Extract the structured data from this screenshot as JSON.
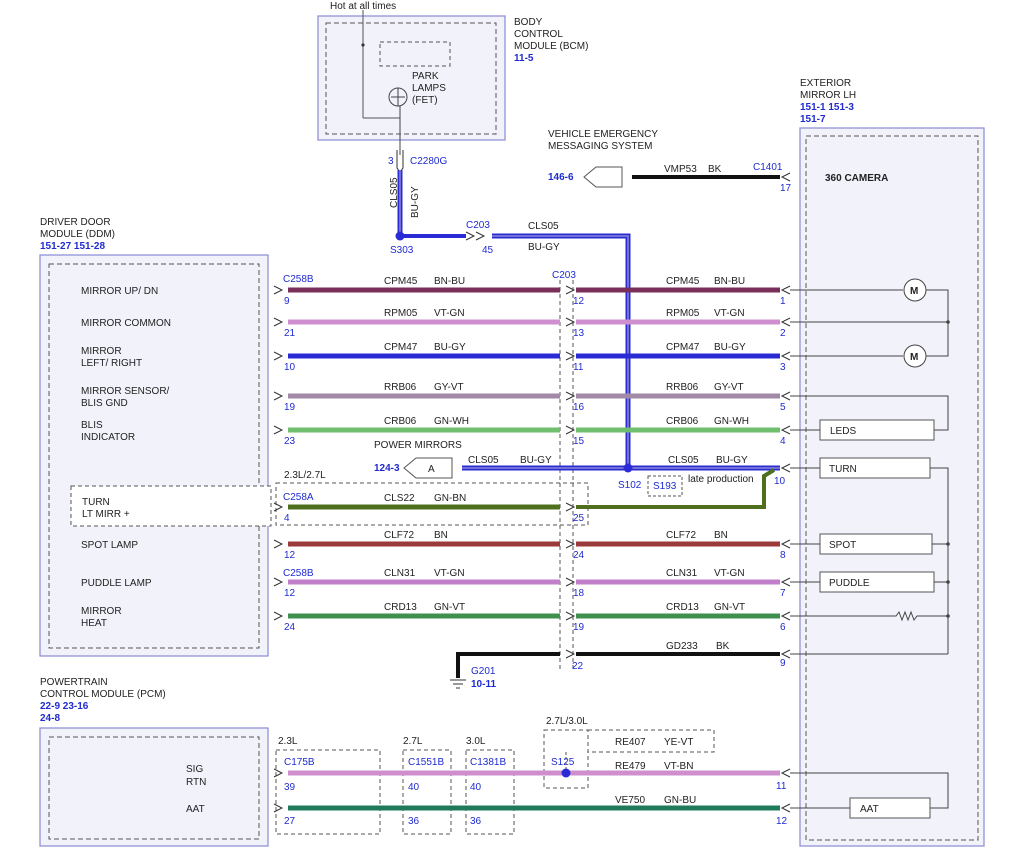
{
  "modules": {
    "bcm": {
      "name": [
        "BODY",
        "CONTROL",
        "MODULE (BCM)"
      ],
      "ref": "11-5",
      "hot": "Hot at all times",
      "fet": [
        "PARK",
        "LAMPS",
        "(FET)"
      ]
    },
    "ddm": {
      "name": [
        "DRIVER DOOR",
        "MODULE (DDM)"
      ],
      "ref": "151-27   151-28"
    },
    "pcm": {
      "name": [
        "POWERTRAIN",
        "CONTROL MODULE (PCM)"
      ],
      "ref1": "22-9    23-16",
      "ref2": "24-8"
    },
    "mirror": {
      "name": [
        "EXTERIOR",
        "MIRROR LH"
      ],
      "ref1": "151-1    151-3",
      "ref2": "151-7",
      "camera": "360 CAMERA"
    }
  },
  "labels": {
    "vems": [
      "VEHICLE EMERGENCY",
      "MESSAGING SYSTEM"
    ],
    "vems_ref": "146-6",
    "power_mirrors": "POWER MIRRORS",
    "pm_ref": "124-3",
    "pm_letter": "A",
    "engine_23_27": "2.3L/2.7L",
    "late_prod": "late production",
    "ground": "G201",
    "ground_ref": "10-11",
    "eng_23": "2.3L",
    "eng_27": "2.7L",
    "eng_30": "3.0L",
    "eng_27_30": "2.7L/3.0L"
  },
  "connectors": {
    "c2280g": "C2280G",
    "c2280g_pin": "3",
    "s303": "S303",
    "c203_top": "C203",
    "c203_top_pin": "45",
    "c1401": "C1401",
    "c1401_pin": "17",
    "c258b": "C258B",
    "c258a": "C258A",
    "c203": "C203",
    "s102": "S102",
    "s193": "S193",
    "c175b": "C175B",
    "c1551b": "C1551B",
    "c1381b": "C1381B",
    "s125": "S125"
  },
  "vertical_wire": {
    "circuit": "CLS05",
    "color": "BU-GY"
  },
  "top_wire": {
    "circuit": "CLS05",
    "color": "BU-GY"
  },
  "vmp_wire": {
    "circuit": "VMP53",
    "color": "BK"
  },
  "ddm_pins": [
    {
      "label": [
        "MIRROR UP/ DN"
      ]
    },
    {
      "label": [
        "MIRROR COMMON"
      ]
    },
    {
      "label": [
        "MIRROR",
        "LEFT/ RIGHT"
      ]
    },
    {
      "label": [
        "MIRROR SENSOR/",
        "BLIS GND"
      ]
    },
    {
      "label": [
        "BLIS",
        "INDICATOR"
      ]
    },
    {
      "label": [
        "TURN",
        "LT MIRR +"
      ]
    },
    {
      "label": [
        "SPOT LAMP"
      ]
    },
    {
      "label": [
        "PUDDLE LAMP"
      ]
    },
    {
      "label": [
        "MIRROR",
        "HEAT"
      ]
    }
  ],
  "wires": [
    {
      "left_circuit": "CPM45",
      "left_color": "BN-BU",
      "right_circuit": "CPM45",
      "right_color": "BN-BU",
      "ddm_pin": "9",
      "c203_in": "",
      "c203_out": "12",
      "mirror_pin": "1",
      "stroke": "#7a2f5a"
    },
    {
      "left_circuit": "RPM05",
      "left_color": "VT-GN",
      "right_circuit": "RPM05",
      "right_color": "VT-GN",
      "ddm_pin": "21",
      "c203_in": "",
      "c203_out": "13",
      "mirror_pin": "2",
      "stroke": "#cf8fcf"
    },
    {
      "left_circuit": "CPM47",
      "left_color": "BU-GY",
      "right_circuit": "CPM47",
      "right_color": "BU-GY",
      "ddm_pin": "10",
      "c203_in": "",
      "c203_out": "11",
      "mirror_pin": "3",
      "stroke": "#2b2bd6"
    },
    {
      "left_circuit": "RRB06",
      "left_color": "GY-VT",
      "right_circuit": "RRB06",
      "right_color": "GY-VT",
      "ddm_pin": "19",
      "c203_in": "",
      "c203_out": "16",
      "mirror_pin": "5",
      "stroke": "#a08aa8"
    },
    {
      "left_circuit": "CRB06",
      "left_color": "GN-WH",
      "right_circuit": "CRB06",
      "right_color": "GN-WH",
      "ddm_pin": "23",
      "c203_in": "",
      "c203_out": "15",
      "mirror_pin": "4",
      "stroke": "#6fbf6f"
    },
    {
      "left_circuit": "CLS22",
      "left_color": "GN-BN",
      "right_circuit": "",
      "right_color": "",
      "ddm_pin": "4",
      "c203_in": "",
      "c203_out": "25",
      "mirror_pin": "",
      "stroke": "#4f6f1f"
    },
    {
      "left_circuit": "CLF72",
      "left_color": "BN",
      "right_circuit": "CLF72",
      "right_color": "BN",
      "ddm_pin": "12",
      "c203_in": "",
      "c203_out": "24",
      "mirror_pin": "8",
      "stroke": "#9a3a3a"
    },
    {
      "left_circuit": "CLN31",
      "left_color": "VT-GN",
      "right_circuit": "CLN31",
      "right_color": "VT-GN",
      "ddm_pin": "12",
      "c203_in": "",
      "c203_out": "18",
      "mirror_pin": "7",
      "stroke": "#c07fc8"
    },
    {
      "left_circuit": "CRD13",
      "left_color": "GN-VT",
      "right_circuit": "CRD13",
      "right_color": "GN-VT",
      "ddm_pin": "24",
      "c203_in": "",
      "c203_out": "19",
      "mirror_pin": "6",
      "stroke": "#3f8f4f"
    }
  ],
  "turn_wire": {
    "left_circuit": "CLS05",
    "left_color": "BU-GY",
    "right_circuit": "CLS05",
    "right_color": "BU-GY",
    "mirror_pin": "10"
  },
  "ground_wire": {
    "circuit": "GD233",
    "color": "BK",
    "c203_pin": "22",
    "mirror_pin": "9"
  },
  "mirror_components": {
    "leds": "LEDS",
    "turn": "TURN",
    "spot": "SPOT",
    "puddle": "PUDDLE",
    "aat": "AAT",
    "motor": "M"
  },
  "pcm_pins": {
    "sig": "SIG",
    "rtn": "RTN",
    "aat": "AAT"
  },
  "pcm_wires": {
    "re407": {
      "circuit": "RE407",
      "color": "YE-VT"
    },
    "re479": {
      "circuit": "RE479",
      "color": "VT-BN",
      "mirror_pin": "11",
      "p23": "39",
      "p27": "40",
      "p30": "40"
    },
    "ve750": {
      "circuit": "VE750",
      "color": "GN-BU",
      "mirror_pin": "12",
      "p23": "27",
      "p27": "36",
      "p30": "36"
    }
  }
}
